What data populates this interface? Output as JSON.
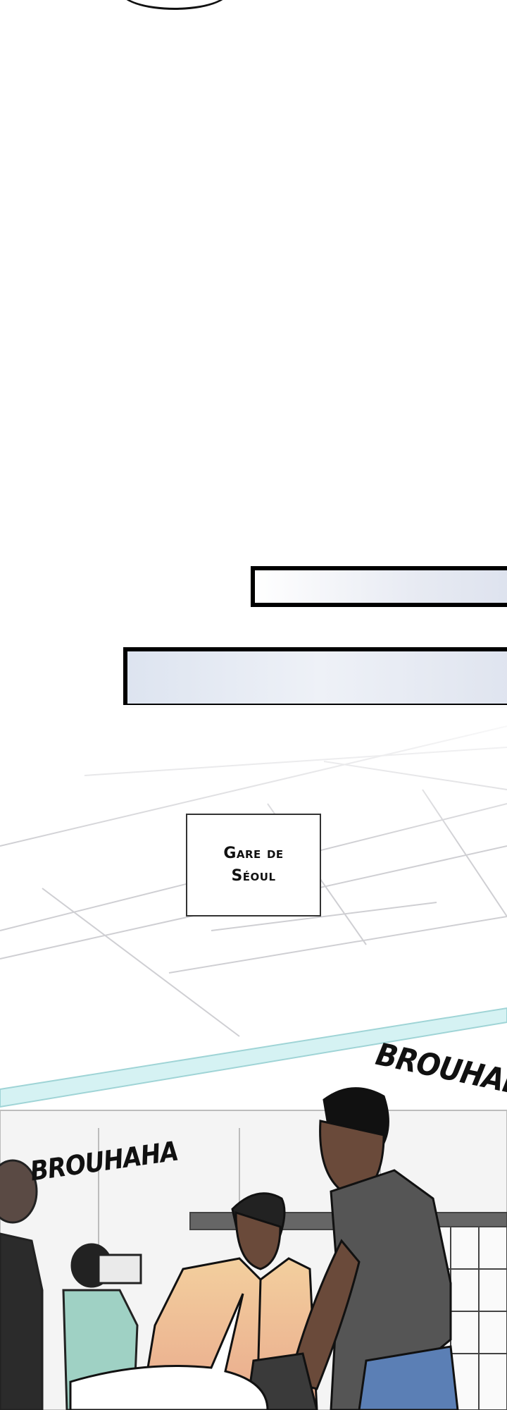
{
  "caption": {
    "line1": "Gare de",
    "line2": "Séoul"
  },
  "sound_effects": {
    "right": "BROUHAHA",
    "left": "BROUHAHA"
  },
  "colors": {
    "panel_border": "#000000",
    "bar_fill": "#e3e8f2",
    "ceiling_light": "#cfeff0",
    "shirt_tan": "#efc594",
    "shirt_gray": "#555555",
    "jeans_blue": "#5b7fb5",
    "skin_dark": "#6a4a3a"
  }
}
